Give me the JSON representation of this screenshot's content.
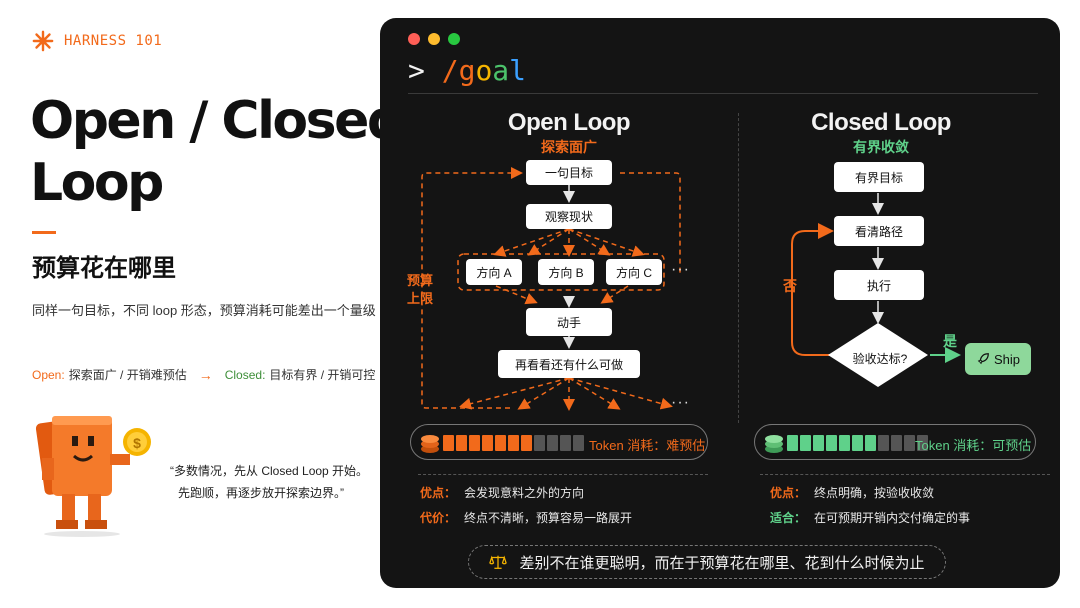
{
  "brand": {
    "text": "HARNESS 101",
    "icon": "sun-icon"
  },
  "title": {
    "line1": "Open / Closed",
    "line2": "Loop"
  },
  "subtitle": "预算花在哪里",
  "description": "同样一句目标，不同 loop 形态，预算消耗可能差出一个量级",
  "compare": {
    "open_key": "Open:",
    "open_text": "探索面广 / 开销难预估",
    "arrow": "→",
    "closed_key": "Closed:",
    "closed_text": "目标有界 / 开销可控"
  },
  "quote": {
    "line1": "“多数情况，先从 Closed Loop 开始。",
    "line2": "先跑顺，再逐步放开探索边界。”"
  },
  "command": {
    "prompt": ">",
    "slash": "/",
    "g1": "g",
    "g2": "o",
    "g3": "a",
    "g4": "l"
  },
  "open_loop": {
    "title": "Open Loop",
    "subtitle": "探索面广",
    "nodes": [
      "一句目标",
      "观察现状",
      "方向 A",
      "方向 B",
      "方向 C",
      "动手",
      "再看看还有什么可做"
    ],
    "budget_label_1": "预算",
    "budget_label_2": "上限",
    "ellipsis": "···",
    "token_label": "Token 消耗：难预估",
    "token_usage": {
      "filled": 7,
      "total": 11
    },
    "pros_key": "优点：",
    "pros": "会发现意料之外的方向",
    "cons_key": "代价：",
    "cons": "终点不清晰，预算容易一路展开"
  },
  "closed_loop": {
    "title": "Closed Loop",
    "subtitle": "有界收敛",
    "nodes": [
      "有界目标",
      "看清路径",
      "执行",
      "验收达标?"
    ],
    "no_label": "否",
    "yes_label": "是",
    "ship_label": "Ship",
    "token_label": "Token 消耗：可预估",
    "token_usage": {
      "filled": 7,
      "total": 11
    },
    "pros_key": "优点：",
    "pros": "终点明确，按验收收敛",
    "fit_key": "适合：",
    "fit": "在可预期开销内交付确定的事"
  },
  "footer": "差别不在谁更聪明，而在于预算花在哪里、花到什么时候为止",
  "colors": {
    "orange": "#f26a1b",
    "green": "#5fd18a",
    "panel": "#141414",
    "empty_bar": "#555555"
  }
}
